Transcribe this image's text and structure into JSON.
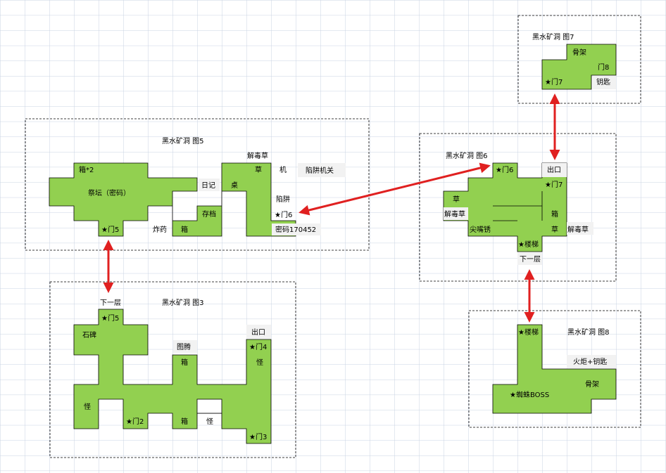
{
  "maps": [
    {
      "id": "fig5",
      "title": "黑水矿洞  图5",
      "cells": [
        "箱*2",
        "祭坛（密码）",
        "★门5",
        "炸药",
        "箱",
        "日记",
        "存档",
        "桌",
        "解毒草",
        "草",
        "机",
        "陷阱机关",
        "陷阱",
        "★门6",
        "密码170452"
      ]
    },
    {
      "id": "fig3",
      "title": "黑水矿洞  图3",
      "cells": [
        "下一层",
        "★门5",
        "石碑",
        "图腾",
        "箱",
        "出口",
        "★门4",
        "怪",
        "怪",
        "★门2",
        "箱",
        "怪",
        "★门3"
      ]
    },
    {
      "id": "fig6",
      "title": "黑水矿洞  图6",
      "cells": [
        "★门6",
        "出口",
        "★门7",
        "草",
        "解毒草",
        "箱",
        "尖嘴锈",
        "草",
        "解毒草",
        "★楼梯",
        "下一层"
      ]
    },
    {
      "id": "fig7",
      "title": "黑水矿洞  图7",
      "cells": [
        "骨架",
        "门8",
        "★门7",
        "钥匙"
      ]
    },
    {
      "id": "fig8",
      "title": "黑水矿洞  图8",
      "cells": [
        "★楼梯",
        "火炬+钥匙",
        "骨架",
        "★蜘蛛BOSS"
      ]
    }
  ],
  "colors": {
    "room_fill": "#92d050",
    "grid_line": "#c9d3e3",
    "connector": "#e02020",
    "frame": "#000000"
  }
}
